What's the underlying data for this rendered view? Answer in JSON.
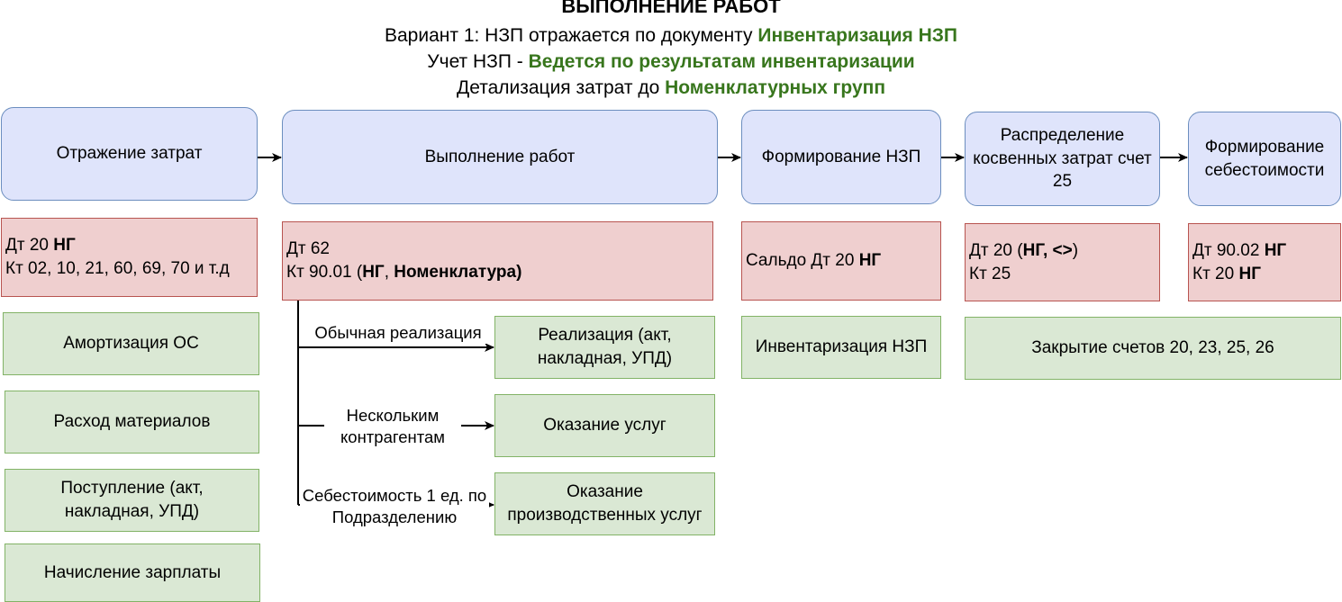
{
  "header": {
    "title": "ВЫПОЛНЕНИЕ РАБОТ",
    "line1_prefix": "Вариант 1: НЗП отражается по документу ",
    "line1_value": "Инвентаризация НЗП",
    "line2_prefix": "Учет НЗП - ",
    "line2_value": "Ведется по результатам инвентаризации",
    "line3_prefix": "Детализация затрат до ",
    "line3_value": "Номенклатурных групп"
  },
  "stages": [
    {
      "label": "Отражение затрат"
    },
    {
      "label": "Выполнение работ"
    },
    {
      "label": "Формирование НЗП"
    },
    {
      "label": "Распределение косвенных затрат счет 25"
    },
    {
      "label": "Формирование себестоимости"
    }
  ],
  "entries": {
    "costs": {
      "dt_prefix": "Дт 20 ",
      "dt_bold": "НГ",
      "kt": "Кт 02, 10, 21, 60, 69, 70 и т.д"
    },
    "works": {
      "dt": "Дт 62",
      "kt_prefix": "Кт 90.01 (",
      "kt_bold1": "НГ",
      "kt_sep": ", ",
      "kt_bold2": "Номенклатура)"
    },
    "wip": {
      "text_prefix": "Сальдо Дт 20 ",
      "text_bold": "НГ"
    },
    "indirect": {
      "dt_prefix": "Дт 20 (",
      "dt_bold": "НГ, <>",
      "dt_suffix": ")",
      "kt": "Кт 25"
    },
    "cost_price": {
      "dt_prefix": "Дт 90.02 ",
      "dt_bold": "НГ",
      "kt_prefix": "Кт 20 ",
      "kt_bold": "НГ"
    }
  },
  "documents": {
    "costs": [
      "Амортизация ОС",
      "Расход материалов",
      "Поступление (акт, накладная, УПД)",
      "Начисление зарплаты"
    ],
    "works": [
      "Реализация (акт, накладная, УПД)",
      "Оказание услуг",
      "Оказание производственных услуг"
    ],
    "wip": "Инвентаризация НЗП",
    "closing": "Закрытие счетов 20, 23, 25, 26"
  },
  "edge_labels": {
    "regular": "Обычная реализация",
    "several": "Нескольким контрагентам",
    "unit_cost": "Себестоимость 1 ед. по Подразделению"
  },
  "colors": {
    "stage_fill": "#dfe4fb",
    "stage_border": "#6c8ebf",
    "entry_fill": "#efcfcf",
    "entry_border": "#b85450",
    "doc_fill": "#dae8d4",
    "doc_border": "#82b366",
    "accent_green": "#38761d"
  }
}
